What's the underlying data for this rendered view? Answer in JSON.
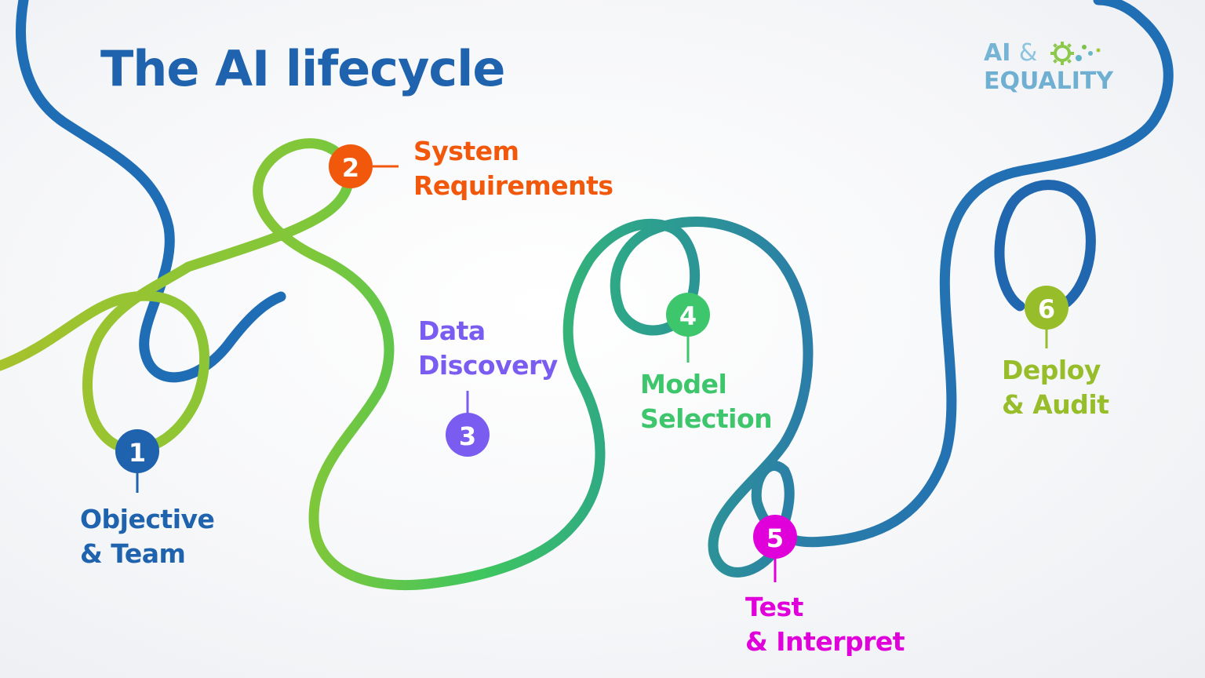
{
  "title": "The AI lifecycle",
  "logo": {
    "line1_left": "AI",
    "line1_amp": "&",
    "line2": "EQUALITY"
  },
  "colors": {
    "title": "#1f62ad",
    "blue_path": "#1f6db5",
    "lime": "#9cc12e",
    "green": "#3cc85f",
    "teal": "#2b9a8c",
    "step1": "#1f62ad",
    "step2": "#f2580c",
    "step3": "#7a5cf0",
    "step4": "#3dc66b",
    "step5": "#e000d9",
    "step6": "#97bd2a"
  },
  "steps": [
    {
      "number": "1",
      "line1": "Objective",
      "line2": "& Team"
    },
    {
      "number": "2",
      "line1": "System",
      "line2": "Requirements"
    },
    {
      "number": "3",
      "line1": "Data",
      "line2": "Discovery"
    },
    {
      "number": "4",
      "line1": "Model",
      "line2": "Selection"
    },
    {
      "number": "5",
      "line1": "Test",
      "line2": "& Interpret"
    },
    {
      "number": "6",
      "line1": "Deploy",
      "line2": "& Audit"
    }
  ]
}
